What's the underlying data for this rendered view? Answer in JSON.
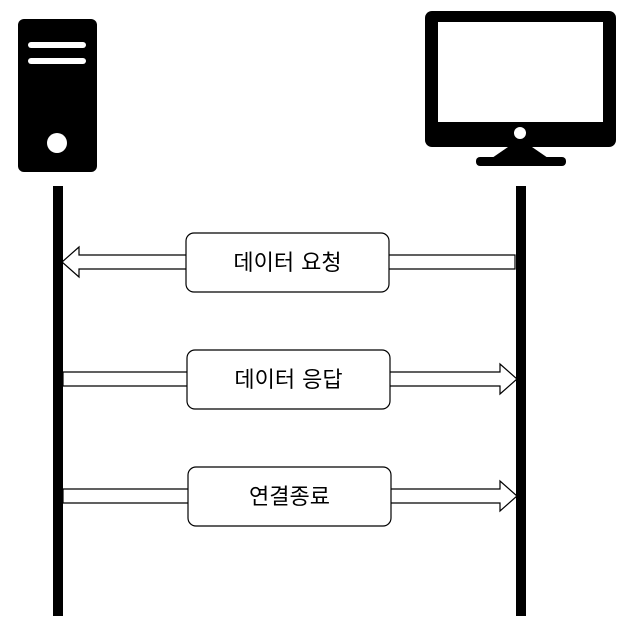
{
  "diagram": {
    "actors": [
      {
        "name": "server",
        "icon": "server-tower-icon"
      },
      {
        "name": "client",
        "icon": "desktop-monitor-icon"
      }
    ],
    "messages": [
      {
        "label": "데이터 요청",
        "from": "client",
        "to": "server"
      },
      {
        "label": "데이터 응답",
        "from": "server",
        "to": "client"
      },
      {
        "label": "연결종료",
        "from": "server",
        "to": "client"
      }
    ]
  },
  "colors": {
    "line": "#000000",
    "background": "#ffffff"
  }
}
